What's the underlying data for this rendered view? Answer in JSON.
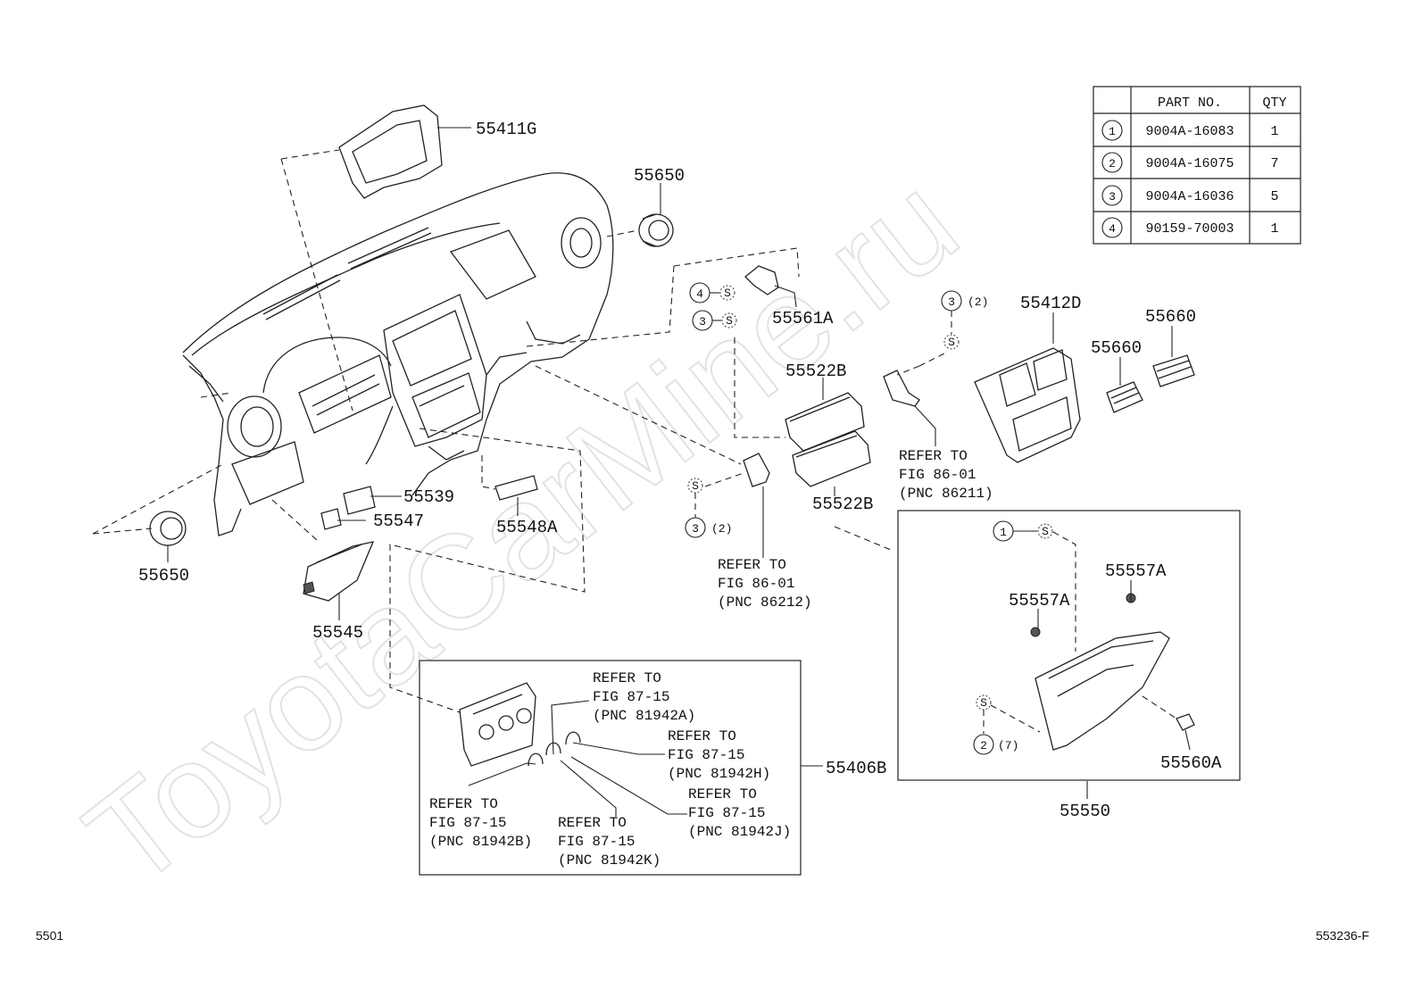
{
  "watermark": "ToyotaCarMine.ru",
  "footer": {
    "left": "5501",
    "right": "553236-F"
  },
  "table": {
    "headers": [
      "PART NO.",
      "QTY"
    ],
    "rows": [
      {
        "no": "1",
        "part": "9004A-16083",
        "qty": "1"
      },
      {
        "no": "2",
        "part": "9004A-16075",
        "qty": "7"
      },
      {
        "no": "3",
        "part": "9004A-16036",
        "qty": "5"
      },
      {
        "no": "4",
        "part": "90159-70003",
        "qty": "1"
      }
    ]
  },
  "labels": {
    "p55411G": "55411G",
    "p55650_top": "55650",
    "p55650_bottom": "55650",
    "p55561A": "55561A",
    "p55412D": "55412D",
    "p55660_a": "55660",
    "p55660_b": "55660",
    "p55522B_a": "55522B",
    "p55522B_b": "55522B",
    "p55539": "55539",
    "p55547": "55547",
    "p55548A": "55548A",
    "p55545": "55545",
    "p55557A_a": "55557A",
    "p55557A_b": "55557A",
    "p55560A": "55560A",
    "p55550": "55550",
    "p55406B": "55406B"
  },
  "callouts": {
    "c4_top": "4",
    "c3_top": "3",
    "c3_right": "3",
    "c3_right_qty": "(2)",
    "c3_mid": "3",
    "c3_mid_qty": "(2)",
    "c1_box": "1",
    "c2_box": "2",
    "c2_box_qty": "(7)",
    "s": "S"
  },
  "refs": {
    "r86211": [
      "REFER TO",
      "FIG 86-01",
      "(PNC 86211)"
    ],
    "r86212": [
      "REFER TO",
      "FIG 86-01",
      "(PNC 86212)"
    ],
    "r81942A": [
      "REFER TO",
      "FIG 87-15",
      "(PNC 81942A)"
    ],
    "r81942H": [
      "REFER TO",
      "FIG 87-15",
      "(PNC 81942H)"
    ],
    "r81942J": [
      "REFER TO",
      "FIG 87-15",
      "(PNC 81942J)"
    ],
    "r81942B": [
      "REFER TO",
      "FIG 87-15",
      "(PNC 81942B)"
    ],
    "r81942K": [
      "REFER TO",
      "FIG 87-15",
      "(PNC 81942K)"
    ]
  }
}
